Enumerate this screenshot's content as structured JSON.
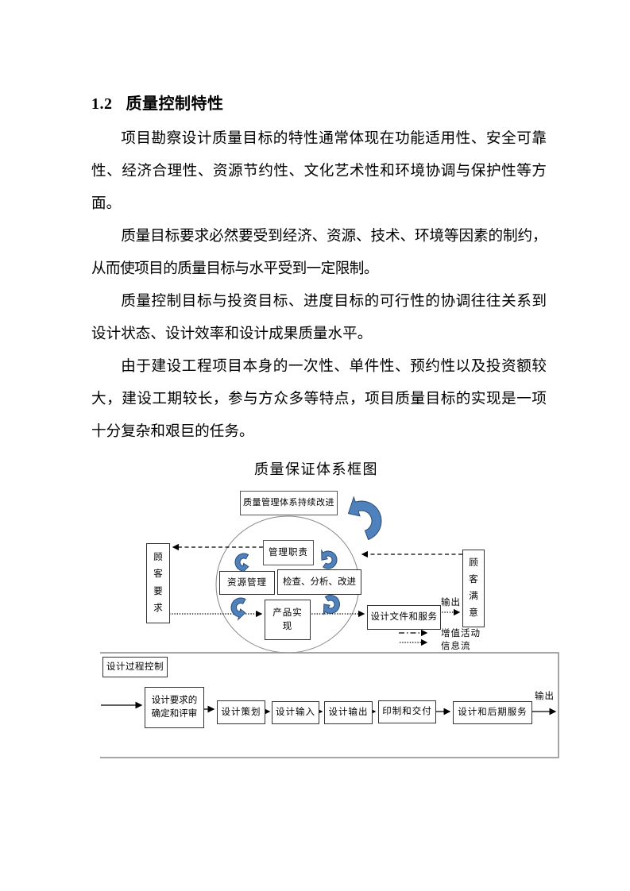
{
  "doc": {
    "heading": {
      "number": "1.2",
      "text": "质量控制特性"
    },
    "paragraphs": [
      "项目勘察设计质量目标的特性通常体现在功能适用性、安全可靠性、经济合理性、资源节约性、文化艺术性和环境协调与保护性等方面。",
      "质量目标要求必然要受到经济、资源、技术、环境等因素的制约，从而使项目的质量目标与水平受到一定限制。",
      "质量控制目标与投资目标、进度目标的可行性的协调往往关系到设计状态、设计效率和设计成果质量水平。",
      "由于建设工程项目本身的一次性、单件性、预约性以及投资额较大，建设工期较长，参与方众多等特点，项目质量目标的实现是一项十分复杂和艰巨的任务。"
    ]
  },
  "figure": {
    "title": "质量保证体系框图",
    "continual_improvement": "质量管理体系持续改进",
    "customer_requirements": "顾客要求",
    "customer_satisfaction": "顾客满意",
    "management_duty": "管理职责",
    "resource_management": "资源管理",
    "check_analyse_improve": "检查、分析、改进",
    "product_realization": "产品实现",
    "design_docs_services": "设计文件和服务",
    "output_top": "输出",
    "legend_value_flow": "增值活动",
    "legend_info_flow": "信息流",
    "process_control": "设计过程控制",
    "flow_steps": [
      "设计要求的确定和评审",
      "设计策划",
      "设计输入",
      "设计输出",
      "印制和交付",
      "设计和后期服务"
    ],
    "output_bottom": "输出",
    "accent_blue": "#4f81bd"
  }
}
